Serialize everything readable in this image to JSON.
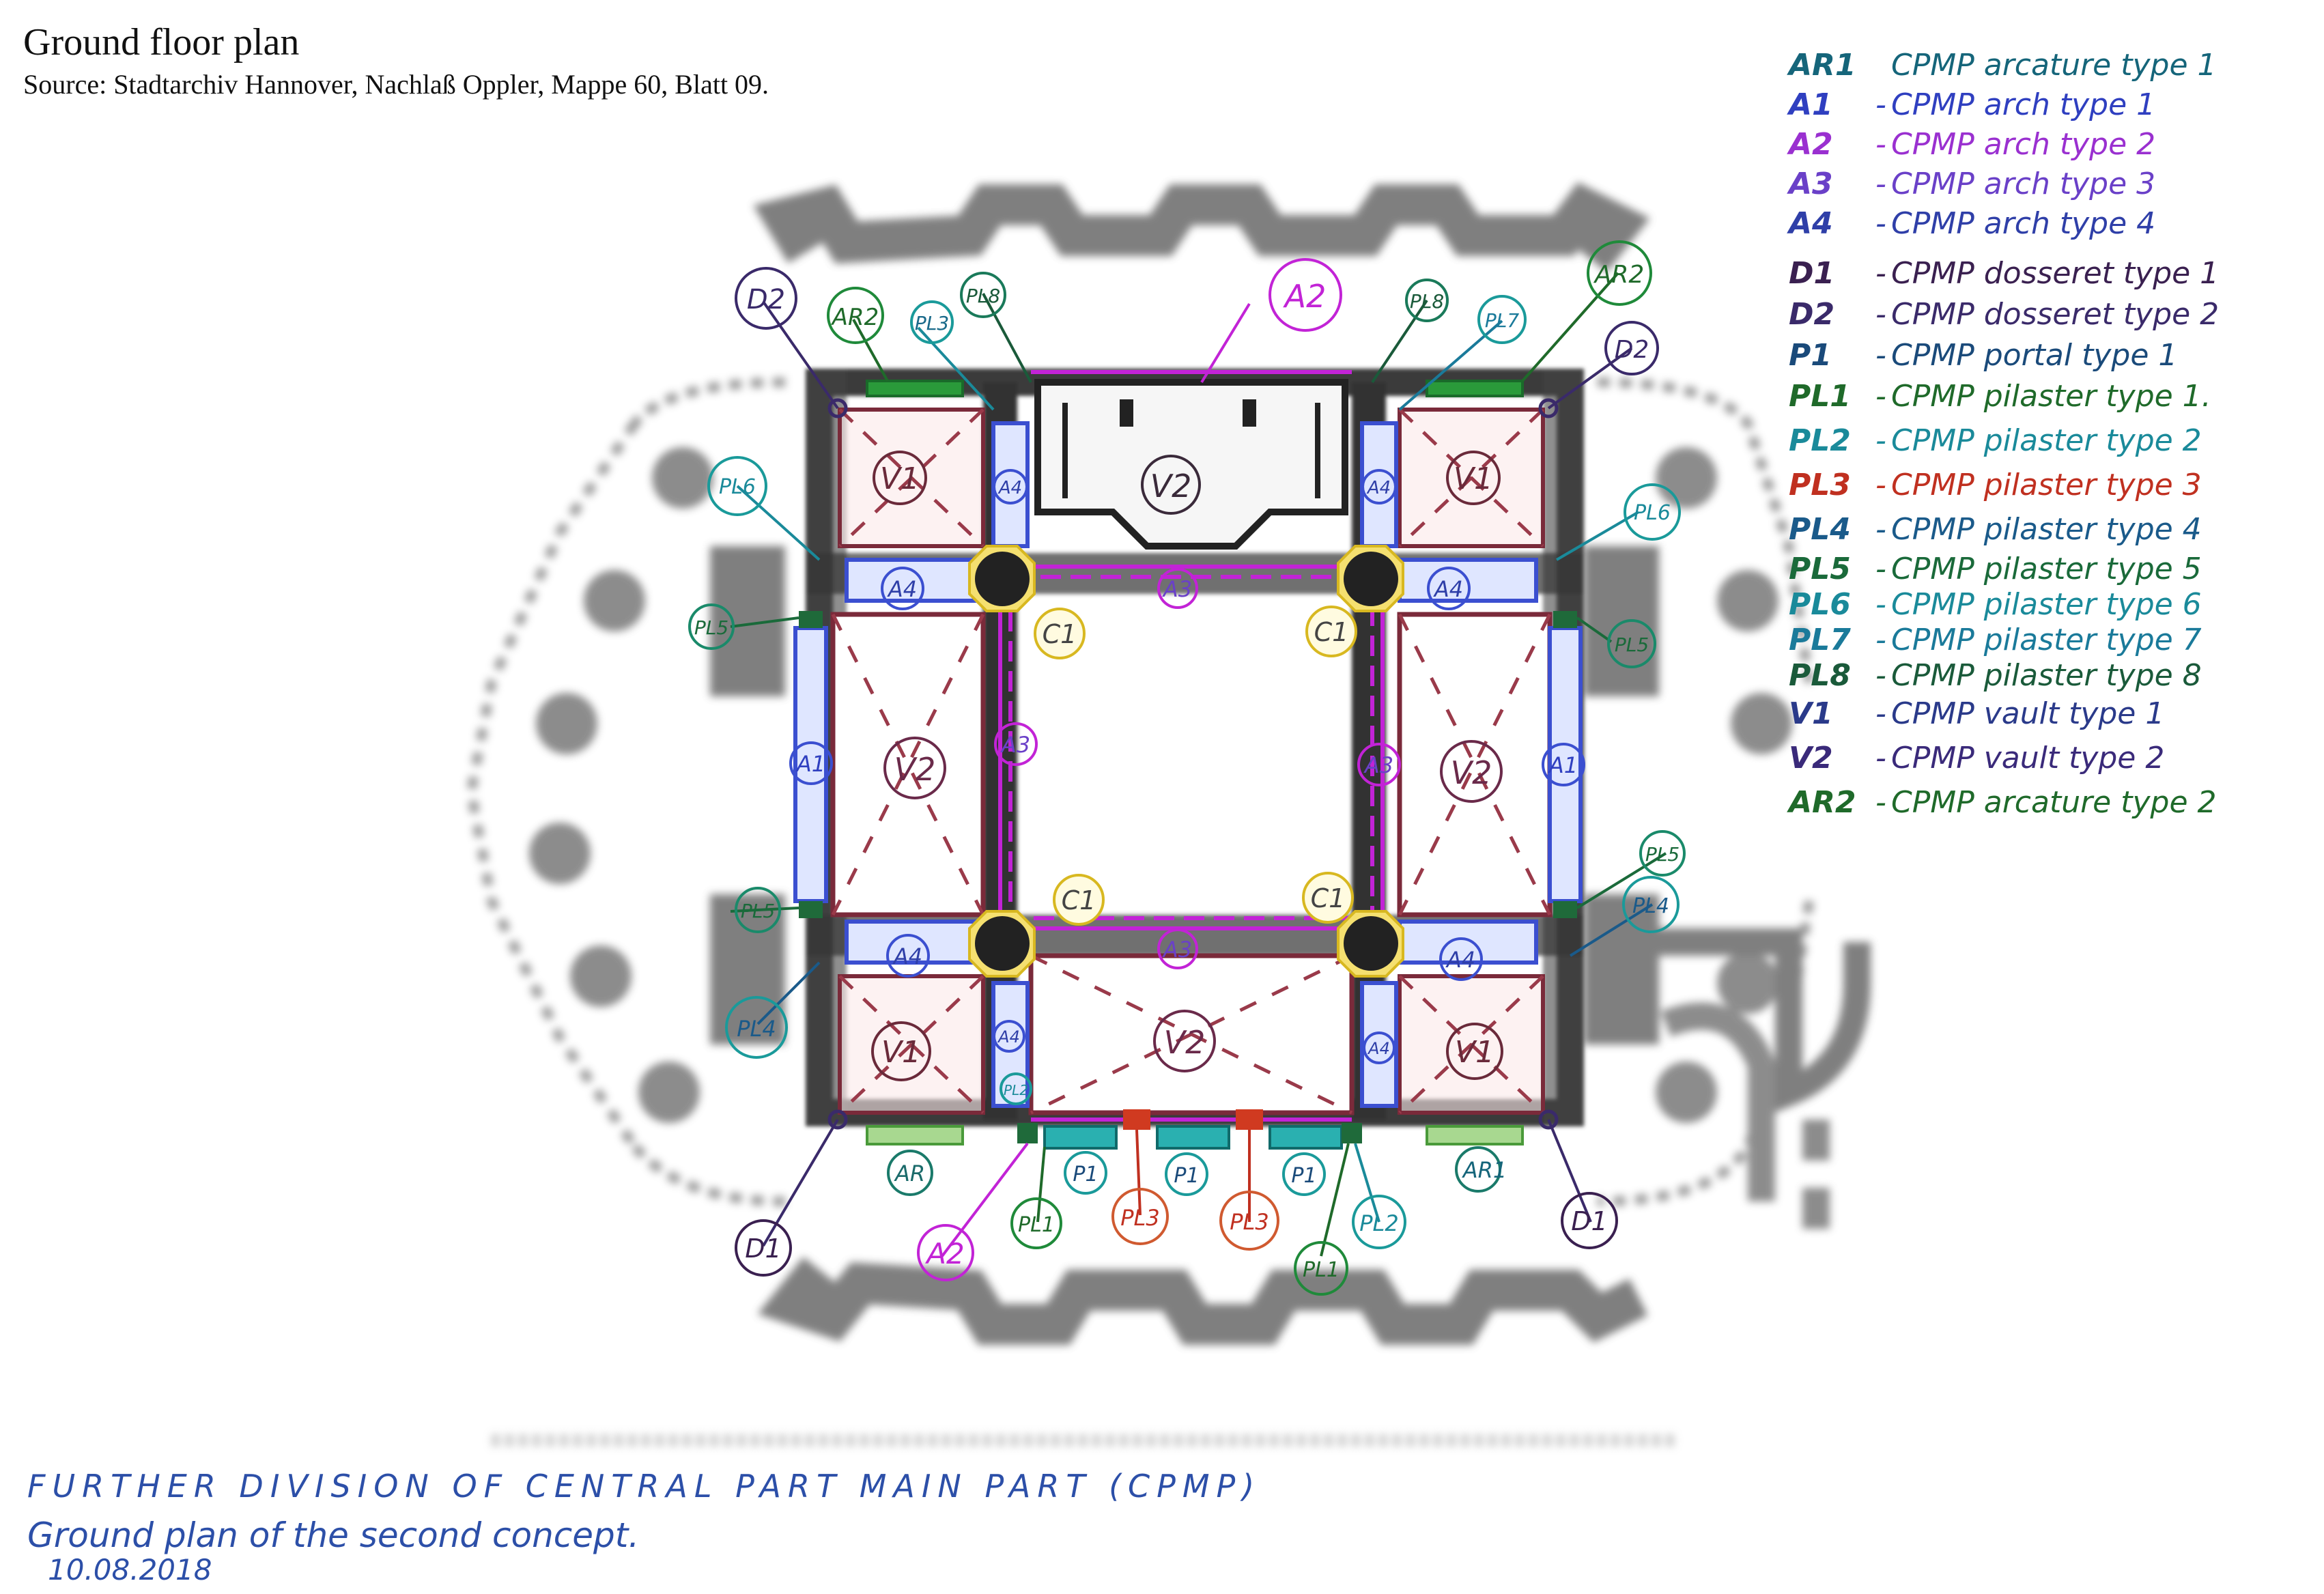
{
  "title": "Ground floor plan",
  "source": "Source: Stadtarchiv Hannover, Nachlaß Oppler, Mappe 60, Blatt 09.",
  "colors": {
    "wall": "#3a3a3a",
    "wall_faded": "#8a8a8a",
    "arch_blue": "#3b4fd0",
    "arch_magenta": "#c223d6",
    "vault_brown": "#7a2a3a",
    "column_yellow": "#e8d040",
    "pilaster_green": "#1f8a3a",
    "pilaster_teal": "#1a9a9a",
    "pilaster_red": "#d03a20",
    "dosseret_purple": "#3a2a6a"
  },
  "legend": [
    {
      "code": "AR1",
      "dash": "",
      "text": "CPMP arcature type 1",
      "color": "#15657a"
    },
    {
      "code": "A1",
      "dash": "-",
      "text": "CPMP arch type 1",
      "color": "#2f3fc0"
    },
    {
      "code": "A2",
      "dash": "-",
      "text": "CPMP arch type 2",
      "color": "#9a30d0"
    },
    {
      "code": "A3",
      "dash": "-",
      "text": "CPMP arch type 3",
      "color": "#6a40c8"
    },
    {
      "code": "A4",
      "dash": "-",
      "text": "CPMP arch type 4",
      "color": "#2f3fa8"
    },
    {
      "code": "D1",
      "dash": "-",
      "text": "CPMP dosseret type 1",
      "color": "#3a2050"
    },
    {
      "code": "D2",
      "dash": "-",
      "text": "CPMP dosseret type 2",
      "color": "#3a2a6a"
    },
    {
      "code": "P1",
      "dash": "-",
      "text": "CPMP portal type 1",
      "color": "#1a4a7a"
    },
    {
      "code": "PL1",
      "dash": "-",
      "text": "CPMP pilaster type 1.",
      "color": "#1f6a2a"
    },
    {
      "code": "PL2",
      "dash": "-",
      "text": "CPMP pilaster type 2",
      "color": "#1a8a9a"
    },
    {
      "code": "PL3",
      "dash": "-",
      "text": "CPMP pilaster type 3",
      "color": "#c03020"
    },
    {
      "code": "PL4",
      "dash": "-",
      "text": "CPMP pilaster type 4",
      "color": "#1a5a8a"
    },
    {
      "code": "PL5",
      "dash": "-",
      "text": "CPMP pilaster type 5",
      "color": "#1a6a3a"
    },
    {
      "code": "PL6",
      "dash": "-",
      "text": "CPMP pilaster type 6",
      "color": "#1a8a9a"
    },
    {
      "code": "PL7",
      "dash": "-",
      "text": "CPMP pilaster type 7",
      "color": "#1a7a9a"
    },
    {
      "code": "PL8",
      "dash": "-",
      "text": "CPMP pilaster type 8",
      "color": "#1a5a3a"
    },
    {
      "code": "V1",
      "dash": "-",
      "text": "CPMP vault type 1",
      "color": "#2a3a8a"
    },
    {
      "code": "V2",
      "dash": "-",
      "text": "CPMP vault type 2",
      "color": "#3a2a7a"
    },
    {
      "code": "AR2",
      "dash": "-",
      "text": "CPMP arcature type 2",
      "color": "#1f6a2a"
    }
  ],
  "labels": {
    "v1": "V1",
    "v2": "V2",
    "a1": "A1",
    "a2": "A2",
    "a3": "A3",
    "a4": "A4",
    "c1": "C1",
    "d1": "D1",
    "d2": "D2",
    "ar": "AR",
    "ar1": "AR1",
    "ar2": "AR2",
    "p1": "P1",
    "pl1": "PL1",
    "pl2": "PL2",
    "pl3": "PL3",
    "pl4": "PL4",
    "pl5": "PL5",
    "pl6": "PL6",
    "pl7": "PL7",
    "pl8": "PL8"
  },
  "footer": {
    "line1": "FURTHER DIVISION OF CENTRAL PART MAIN PART (CPMP)",
    "line2": "Ground plan of the second concept.",
    "date": "10.08.2018"
  }
}
